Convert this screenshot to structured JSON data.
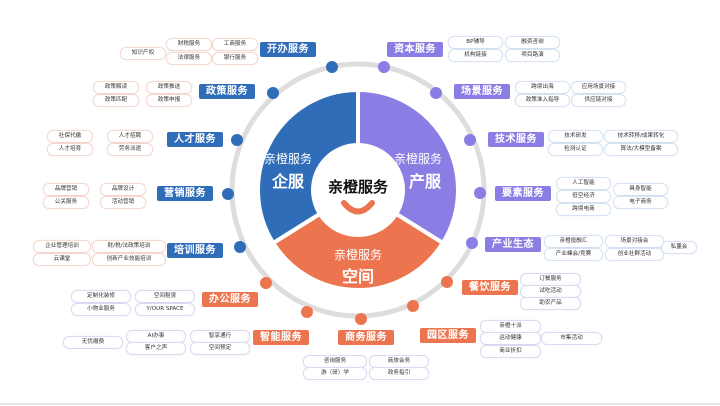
{
  "colors": {
    "enterprise": "#2f6db8",
    "industry": "#8a7de3",
    "space": "#ec7550",
    "ring": "#dddddd"
  },
  "center": {
    "title": "亲橙服务"
  },
  "segments": [
    {
      "sub": "亲橙服务",
      "title": "企服"
    },
    {
      "sub": "亲橙服务",
      "title": "产服"
    },
    {
      "sub": "亲橙服务",
      "title": "空间"
    }
  ],
  "groups": [
    {
      "label": "开办服务",
      "theme": "enterprise",
      "items": [
        "知识产权",
        "财税服务",
        "工商服务",
        "法律服务",
        "银行服务"
      ]
    },
    {
      "label": "政策服务",
      "theme": "enterprise",
      "items": [
        "政策解读",
        "政策推送",
        "政策匹配",
        "政策申报"
      ]
    },
    {
      "label": "人才服务",
      "theme": "enterprise",
      "items": [
        "社保代缴",
        "人才招聘",
        "人才培育",
        "劳务派遣"
      ]
    },
    {
      "label": "营销服务",
      "theme": "enterprise",
      "items": [
        "品牌营销",
        "品牌设计",
        "公关服务",
        "活动营销"
      ]
    },
    {
      "label": "培训服务",
      "theme": "enterprise",
      "items": [
        "企业管理培训",
        "财/税/法政策培训",
        "云课堂",
        "创新产业技能培训"
      ]
    },
    {
      "label": "办公服务",
      "theme": "space",
      "items": [
        "定制化装修",
        "空间租赁",
        "小物业服务",
        "Y/OUR SPACE"
      ]
    },
    {
      "label": "智能服务",
      "theme": "space",
      "items": [
        "无忧缴费",
        "AI办事",
        "智享通行",
        "客户之声",
        "空间预定"
      ]
    },
    {
      "label": "商务服务",
      "theme": "space",
      "items": [
        "咨询服务",
        "商旅会务",
        "游（研）学",
        "政务指引"
      ]
    },
    {
      "label": "园区服务",
      "theme": "space",
      "items": [
        "亲橙十派",
        "运动健康",
        "商业折扣",
        "市集活动"
      ]
    },
    {
      "label": "餐饮服务",
      "theme": "space",
      "items": [
        "订餐服务",
        "试吃活动",
        "助农产品"
      ]
    },
    {
      "label": "资本服务",
      "theme": "industry",
      "items": [
        "BP辅导",
        "融资咨询",
        "机构链接",
        "项目路演"
      ]
    },
    {
      "label": "场景服务",
      "theme": "industry",
      "items": [
        "跨境出海",
        "应用场景对接",
        "政策准入指导",
        "供应链对接"
      ]
    },
    {
      "label": "技术服务",
      "theme": "industry",
      "items": [
        "技术研发",
        "技术转移/成果转化",
        "检测认证",
        "算法/大模型备案"
      ]
    },
    {
      "label": "要素服务",
      "theme": "industry",
      "items": [
        "人工智能",
        "低空经济",
        "跨境电商",
        "具身智能",
        "电子商务"
      ]
    },
    {
      "label": "产业生态",
      "theme": "industry",
      "items": [
        "亲橙投融汇",
        "产业峰会/竞赛",
        "场景对接会",
        "创业社群活动",
        "私董会"
      ]
    }
  ]
}
